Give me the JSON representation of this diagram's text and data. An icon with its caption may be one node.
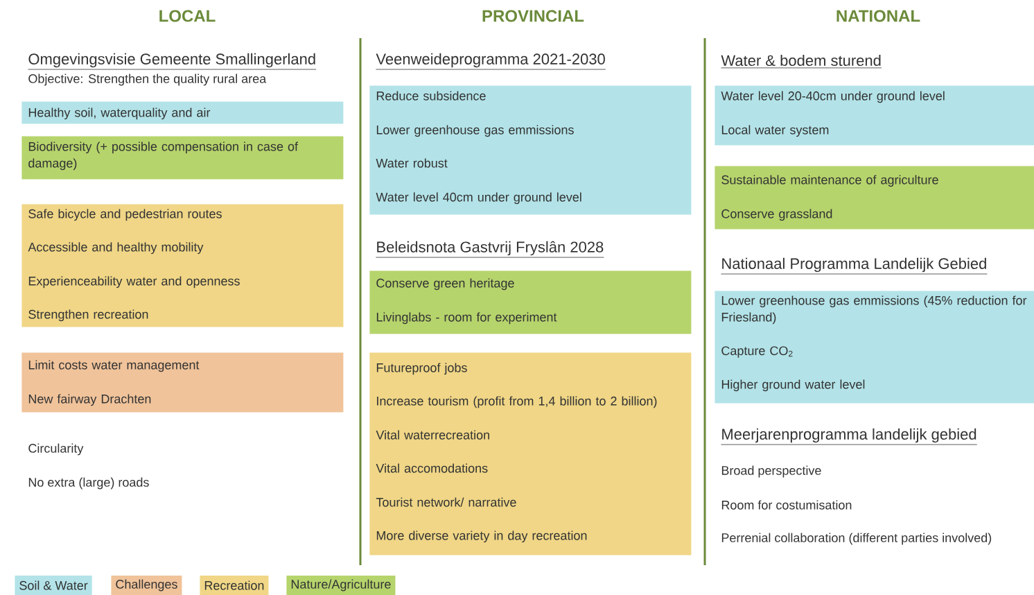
{
  "diagram": {
    "nodes": [
      {
        "text": [
          "Healthy soil, waterquality and air"
        ]
      },
      {
        "text": [
          "Biodiversity (+ possible compensation in case of damage)"
        ]
      },
      {
        "text": [
          "Safe bicycle and pedestrian routes",
          "Accessible and healthy mobility",
          "Experienceability water and openness",
          "Strengthen recreation"
        ]
      },
      {
        "text": [
          "Limit costs water management",
          "New fairway Drachten"
        ]
      },
      {
        "text": [
          "Reduce subsidence",
          "Lower greenhouse gas emmissions",
          "Water robust",
          "Water level 40cm under ground level"
        ]
      },
      {
        "text": [
          "Conserve green heritage",
          "Livinglabs - room for experiment"
        ]
      },
      {
        "text": [
          "Futureproof jobs",
          "Increase tourism (profit from 1,4 billion to 2 billion)",
          "Vital waterrecreation",
          "Vital accomodations",
          "Tourist network/ narrative",
          "More diverse variety in day recreation"
        ]
      },
      {
        "text": [
          "Water level 20-40cm under ground level",
          "Local water system"
        ]
      },
      {
        "text": [
          "Sustainable maintenance of agriculture",
          "Conserve grassland"
        ]
      },
      {
        "text": [
          "Lower greenhouse gas emmissions (45% reduction for Friesland)",
          "Capture CO$_{2}$",
          "Higher ground water level"
        ]
      }
    ],
    "labels": [
      "LOCAL",
      "PROVINCIAL",
      "NATIONAL",
      "Omgevingsvisie Gemeente Smallingerland",
      "Objective: Strengthen the quality rural area",
      "Circularity",
      "No extra (large) roads",
      "Veenweideprogramma 2021-2030",
      "Beleidsnota Gastvrij Fryslân 2028",
      "Water & bodem sturend",
      "Nationaal Programma Landelijk Gebied",
      "Meerjarenprogramma landelijk gebied",
      "Broad perspective",
      "Room for costumisation",
      "Perrenial collaboration (different parties involved)"
    ],
    "legend": [
      {
        "text": "Soil & Water",
        "color": "#b3e3e8"
      },
      {
        "text": "Challenges",
        "color": "#f0c39a"
      },
      {
        "text": "Recreation",
        "color": "#f0d686"
      },
      {
        "text": "Nature/Agriculture",
        "color": "#b6d46c"
      }
    ]
  }
}
